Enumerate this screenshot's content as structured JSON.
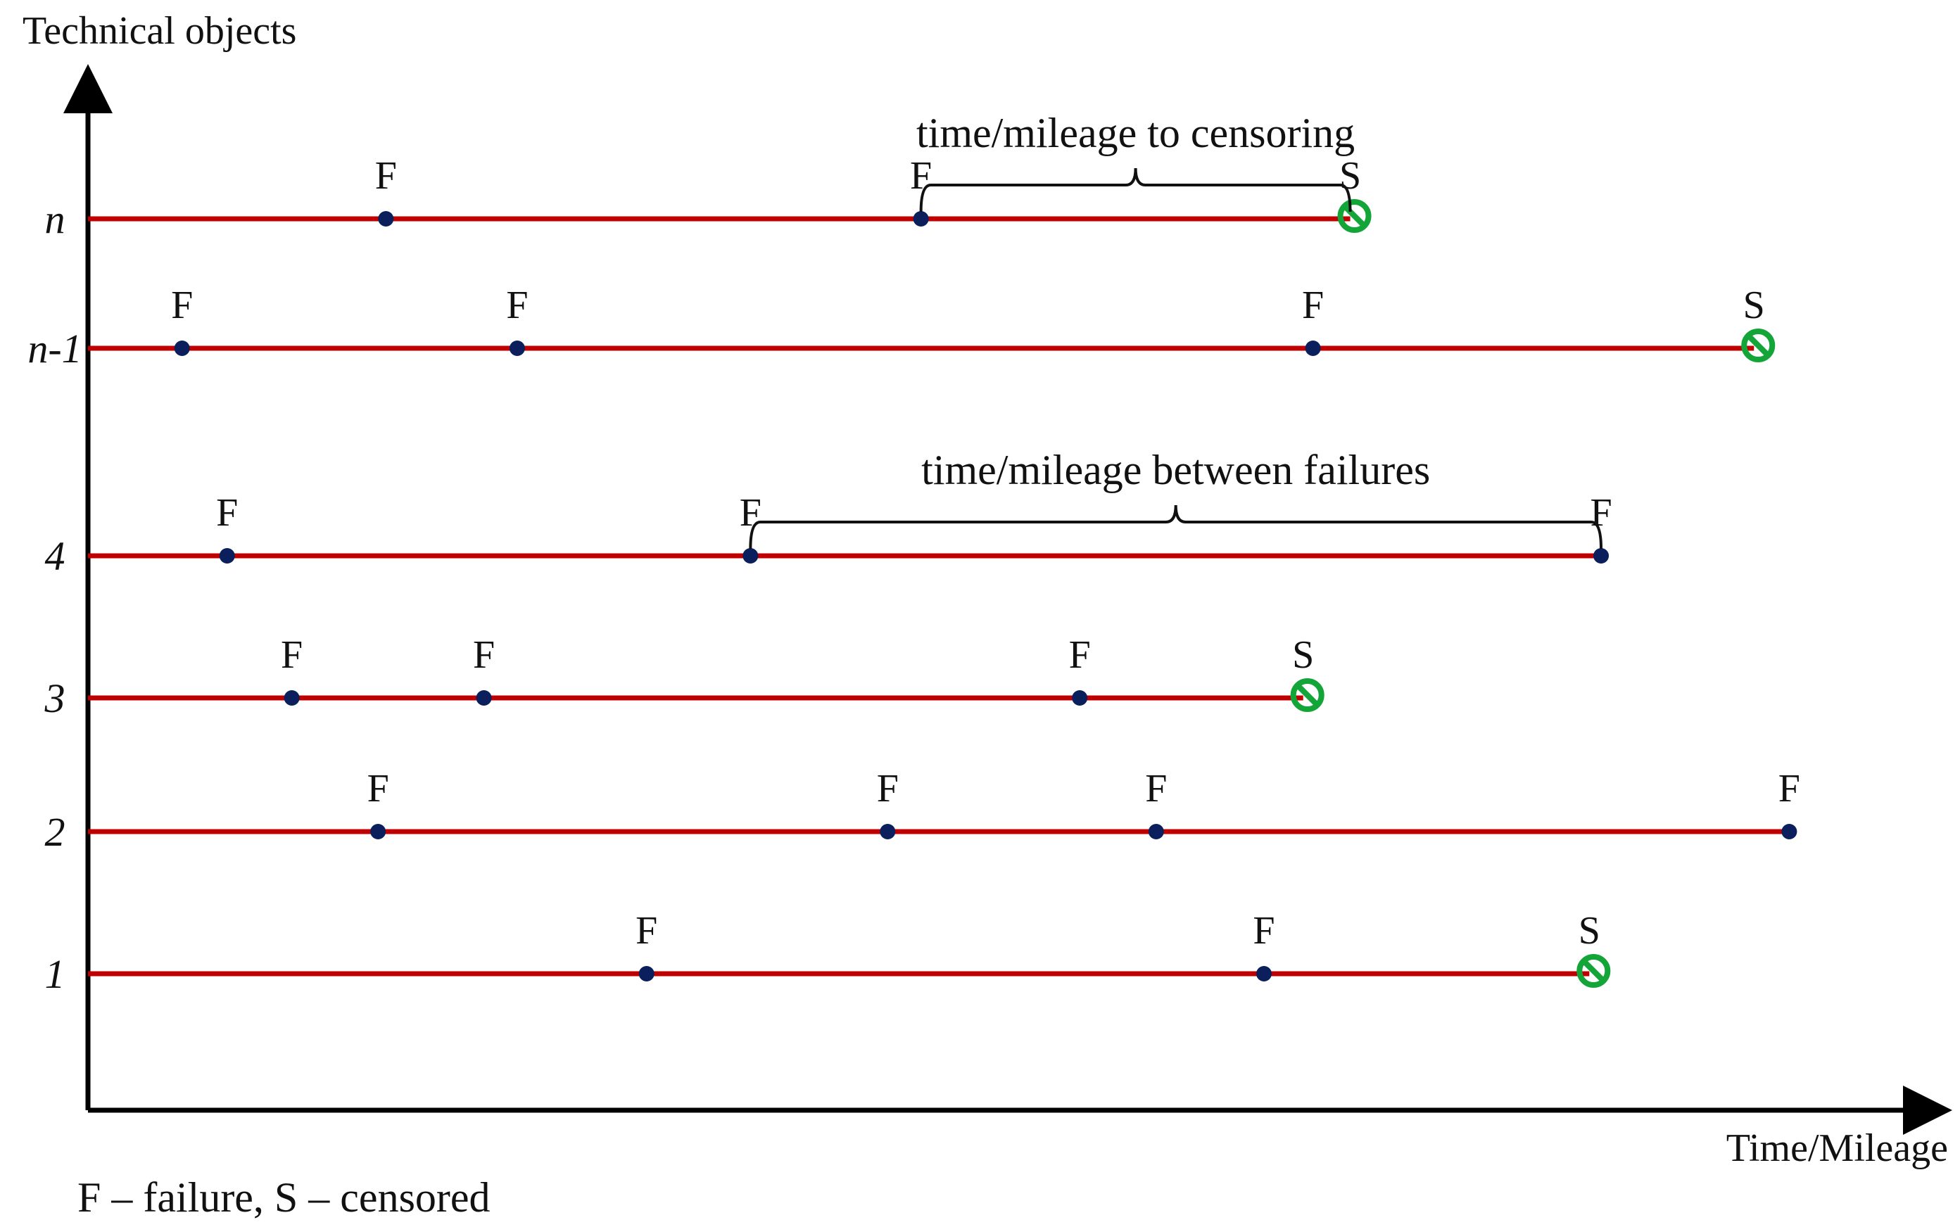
{
  "y_axis_title": "Technical objects",
  "x_axis_title": "Time/Mileage",
  "legend": "F – failure, S – censored",
  "colors": {
    "timeline": "#c00000",
    "failure_dot": "#0b1f5c",
    "censor_mark": "#13a538",
    "axis": "#000000"
  },
  "rows": [
    {
      "label": "n",
      "events": [
        {
          "type": "F",
          "label": "F",
          "t": 0.152
        },
        {
          "type": "F",
          "label": "F",
          "t": 0.425
        },
        {
          "type": "S",
          "label": "S",
          "t": 0.644
        }
      ]
    },
    {
      "label": "n-1",
      "events": [
        {
          "type": "F",
          "label": "F",
          "t": 0.048
        },
        {
          "type": "F",
          "label": "F",
          "t": 0.219
        },
        {
          "type": "F",
          "label": "F",
          "t": 0.625
        },
        {
          "type": "S",
          "label": "S",
          "t": 0.85
        }
      ]
    },
    {
      "label": "4",
      "events": [
        {
          "type": "F",
          "label": "F",
          "t": 0.071
        },
        {
          "type": "F",
          "label": "F",
          "t": 0.338
        },
        {
          "type": "F",
          "label": "F",
          "t": 0.772
        }
      ]
    },
    {
      "label": "3",
      "events": [
        {
          "type": "F",
          "label": "F",
          "t": 0.104
        },
        {
          "type": "F",
          "label": "F",
          "t": 0.202
        },
        {
          "type": "F",
          "label": "F",
          "t": 0.506
        },
        {
          "type": "S",
          "label": "S",
          "t": 0.62
        }
      ]
    },
    {
      "label": "2",
      "events": [
        {
          "type": "F",
          "label": "F",
          "t": 0.148
        },
        {
          "type": "F",
          "label": "F",
          "t": 0.408
        },
        {
          "type": "F",
          "label": "F",
          "t": 0.545
        },
        {
          "type": "F",
          "label": "F",
          "t": 0.868
        }
      ]
    },
    {
      "label": "1",
      "events": [
        {
          "type": "F",
          "label": "F",
          "t": 0.285
        },
        {
          "type": "F",
          "label": "F",
          "t": 0.6
        },
        {
          "type": "S",
          "label": "S",
          "t": 0.766
        }
      ]
    }
  ],
  "annotations": [
    {
      "text": "time/mileage to censoring",
      "row_index": 0,
      "from_event": 1,
      "to_event": 2
    },
    {
      "text": "time/mileage between failures",
      "row_index": 2,
      "from_event": 1,
      "to_event": 2
    }
  ]
}
